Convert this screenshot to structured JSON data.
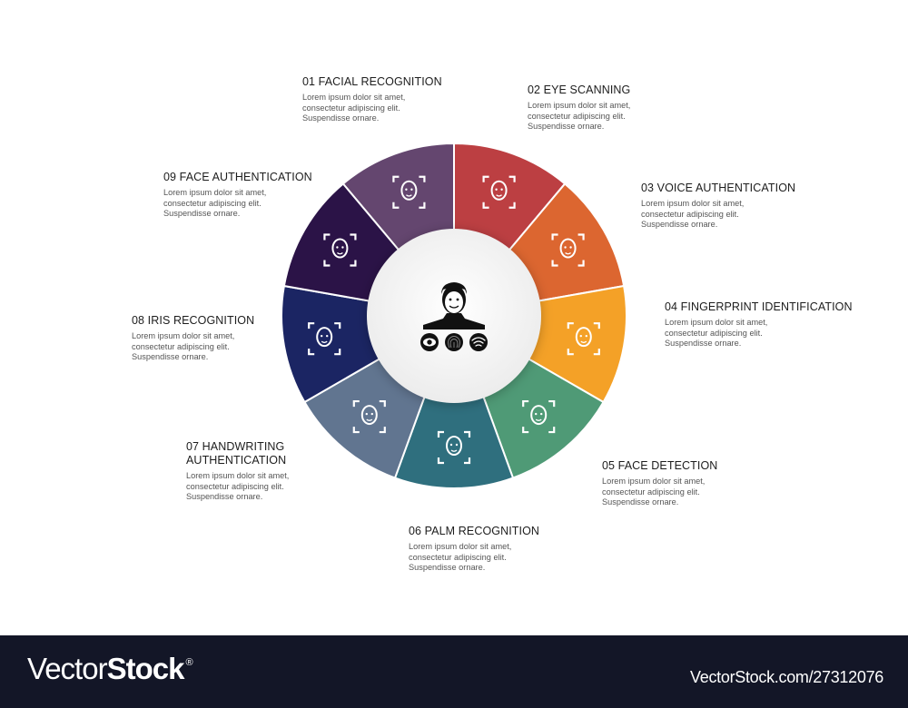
{
  "infographic": {
    "center_icon": "user-biometric-icon",
    "center_sub_icons": [
      "eye-icon",
      "fingerprint-icon",
      "wifi-signal-icon"
    ],
    "segments": [
      {
        "number": "01",
        "title": "01 FACIAL RECOGNITION",
        "desc": [
          "Lorem ipsum dolor sit amet,",
          "consectetur adipiscing elit.",
          "Suspendisse ornare."
        ],
        "color": "#64466f",
        "icon": "face-scan-icon"
      },
      {
        "number": "02",
        "title": "02 EYE SCANNING",
        "desc": [
          "Lorem ipsum dolor sit amet,",
          "consectetur adipiscing elit.",
          "Suspendisse ornare."
        ],
        "color": "#bc3f42",
        "icon": "eye-scan-icon"
      },
      {
        "number": "03",
        "title": "03 VOICE AUTHENTICATION",
        "desc": [
          "Lorem ipsum dolor sit amet,",
          "consectetur adipiscing elit.",
          "Suspendisse ornare."
        ],
        "color": "#dc6630",
        "icon": "voice-head-check-icon"
      },
      {
        "number": "04",
        "title": "04 FINGERPRINT IDENTIFICATION",
        "desc": [
          "Lorem ipsum dolor sit amet,",
          "consectetur adipiscing elit.",
          "Suspendisse ornare."
        ],
        "color": "#f4a127",
        "icon": "fingerprint-touch-icon"
      },
      {
        "number": "05",
        "title": "05 FACE DETECTION",
        "desc": [
          "Lorem ipsum dolor sit amet,",
          "consectetur adipiscing elit.",
          "Suspendisse ornare."
        ],
        "color": "#4f9a76",
        "icon": "face-detection-icon"
      },
      {
        "number": "06",
        "title": "06 PALM RECOGNITION",
        "desc": [
          "Lorem ipsum dolor sit amet,",
          "consectetur adipiscing elit.",
          "Suspendisse ornare."
        ],
        "color": "#2f6f7e",
        "icon": "palm-scan-icon"
      },
      {
        "number": "07",
        "title_lines": [
          "07 HANDWRITING",
          "AUTHENTICATION"
        ],
        "desc": [
          "Lorem ipsum dolor sit amet,",
          "consectetur adipiscing elit.",
          "Suspendisse ornare."
        ],
        "color": "#617590",
        "icon": "handwriting-pen-icon"
      },
      {
        "number": "08",
        "title": "08 IRIS RECOGNITION",
        "desc": [
          "Lorem ipsum dolor sit amet,",
          "consectetur adipiscing elit.",
          "Suspendisse ornare."
        ],
        "color": "#1b2563",
        "icon": "iris-scan-icon"
      },
      {
        "number": "09",
        "title": "09 FACE AUTHENTICATION",
        "desc": [
          "Lorem ipsum dolor sit amet,",
          "consectetur adipiscing elit.",
          "Suspendisse ornare."
        ],
        "color": "#2b1347",
        "icon": "face-auth-dotted-icon"
      }
    ]
  },
  "footer": {
    "brand_thin": "Vector",
    "brand_bold": "Stock",
    "brand_mark": "®",
    "image_id_text": "VectorStock.com/27312076"
  }
}
